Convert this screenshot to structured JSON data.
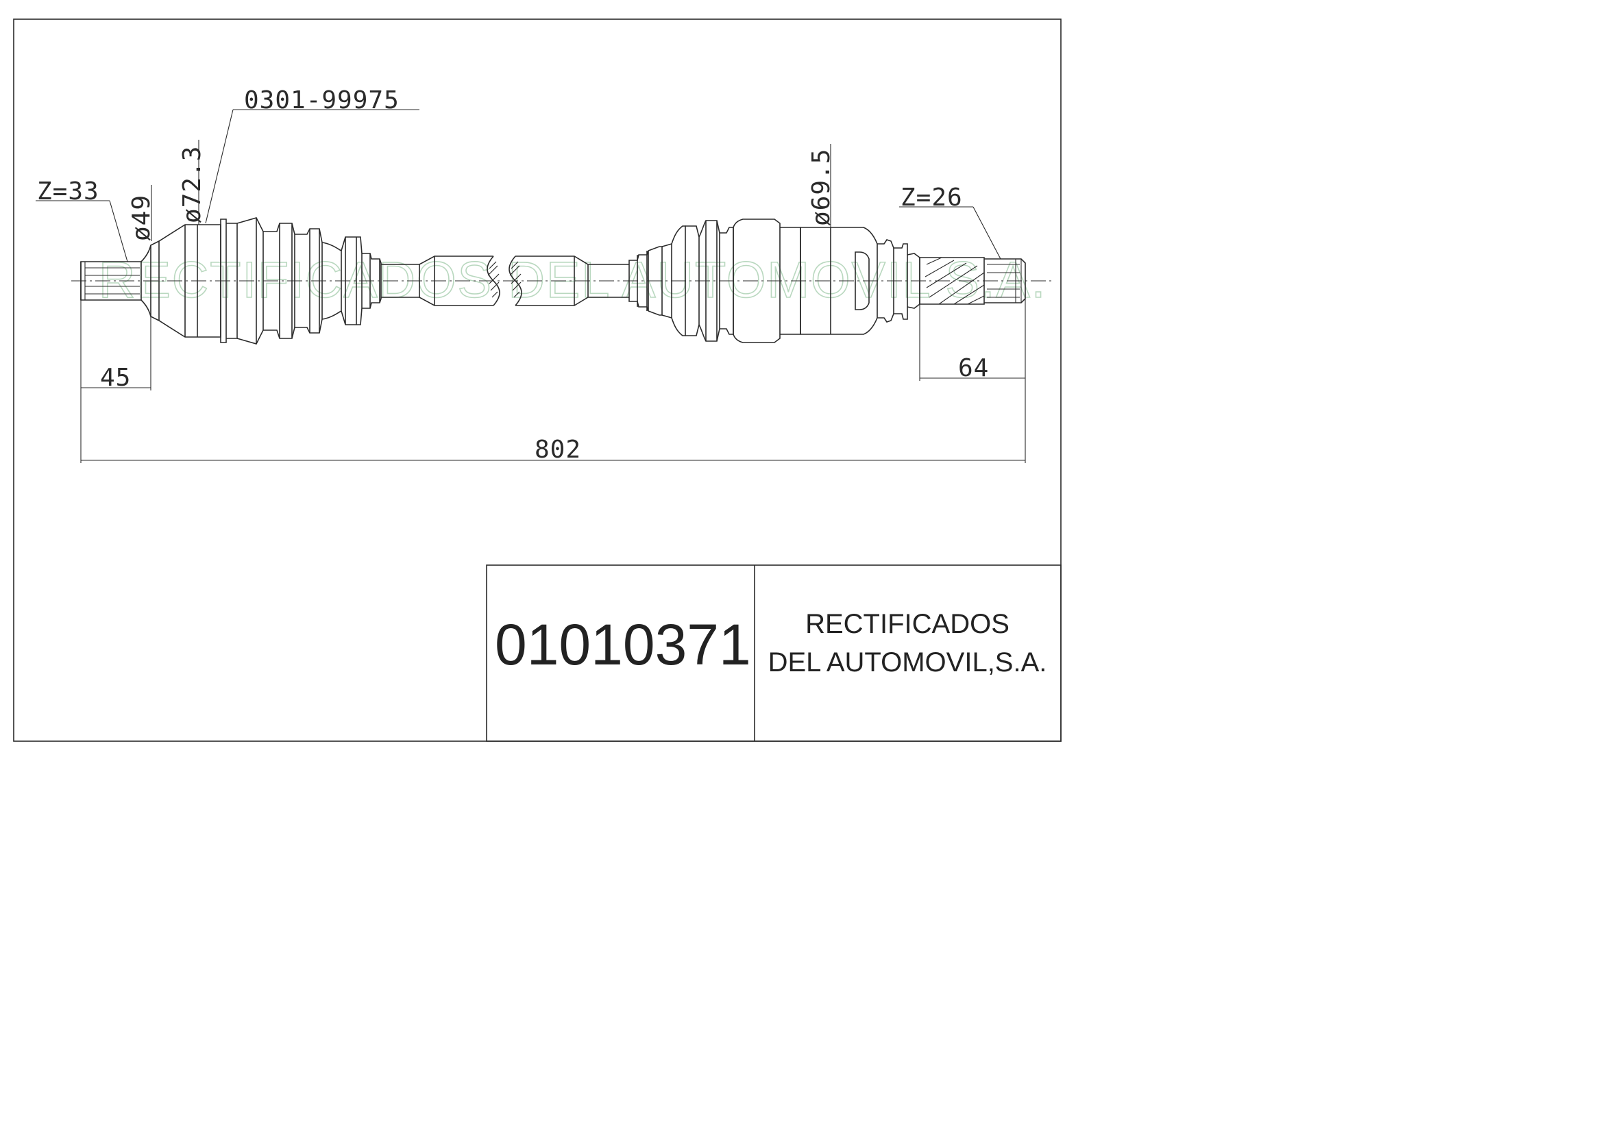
{
  "watermark": "RECTIFICADOS DEL AUTOMOVIL S.A.",
  "callouts": {
    "boot_ref": "0301-99975",
    "left_teeth": "Z=33",
    "right_teeth": "Z=26",
    "dia_left_stub": "ø49",
    "dia_left_joint": "ø72.3",
    "dia_right_joint": "ø69.5"
  },
  "dimensions": {
    "left_stub_length": "45",
    "right_stub_length": "64",
    "overall_length": "802"
  },
  "title_block": {
    "part_number": "01010371",
    "company_line1": "RECTIFICADOS",
    "company_line2": "DEL AUTOMOVIL,S.A."
  },
  "colors": {
    "line": "#2a2a2a",
    "watermark": "#b9d8bf"
  }
}
